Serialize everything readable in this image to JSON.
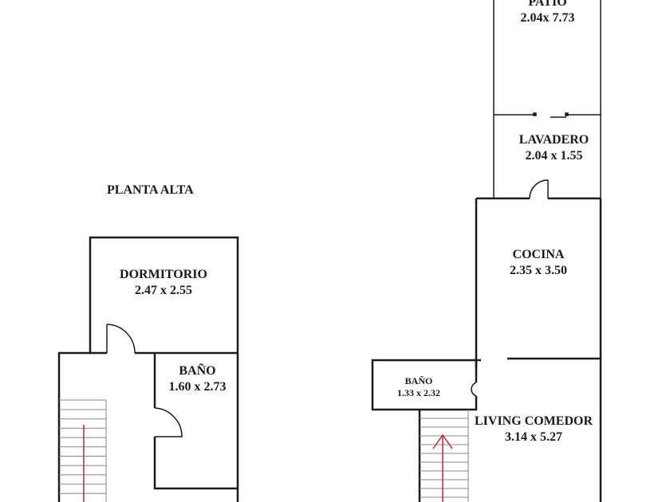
{
  "title": "PLANTA ALTA",
  "colors": {
    "wall": "#1a1a1a",
    "stair_arrow": "#c0282a",
    "stair_line": "#888888"
  },
  "rooms": {
    "patio": {
      "name": "PATIO",
      "size": "2.04x 7.73"
    },
    "lavadero": {
      "name": "LAVADERO",
      "size": "2.04 x 1.55"
    },
    "cocina": {
      "name": "COCINA",
      "size": "2.35 x 3.50"
    },
    "bano_bajo": {
      "name": "BAÑO",
      "size": "1.33 x 2.32"
    },
    "living": {
      "name": "LIVING COMEDOR",
      "size": "3.14 x 5.27"
    },
    "dormitorio": {
      "name": "DORMITORIO",
      "size": "2.47 x 2.55"
    },
    "bano_alto": {
      "name": "BAÑO",
      "size": "1.60 x 2.73"
    }
  }
}
